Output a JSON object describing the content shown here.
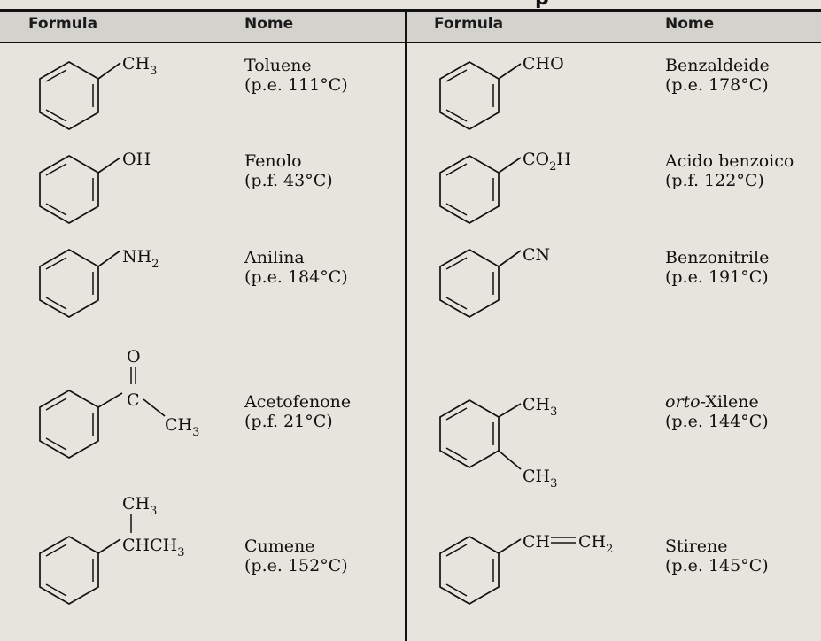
{
  "title_fragment": "p",
  "header": {
    "formula_left": "Formula",
    "name_left": "Nome",
    "formula_right": "Formula",
    "name_right": "Nome"
  },
  "rows_left": [
    {
      "name": "Toluene",
      "prop": "(p.e. 111°C)",
      "substituent": "CH3"
    },
    {
      "name": "Fenolo",
      "prop": "(p.f. 43°C)",
      "substituent": "OH"
    },
    {
      "name": "Anilina",
      "prop": "(p.e. 184°C)",
      "substituent": "NH2"
    },
    {
      "name": "Acetofenone",
      "prop": "(p.f. 21°C)",
      "substituent": "C(=O)CH3"
    },
    {
      "name": "Cumene",
      "prop": "(p.e. 152°C)",
      "substituent": "CH(CH3)CH3"
    }
  ],
  "rows_right": [
    {
      "name": "Benzaldeide",
      "prop": "(p.e. 178°C)",
      "substituent": "CHO"
    },
    {
      "name": "Acido benzoico",
      "prop": "(p.f. 122°C)",
      "substituent": "CO2H"
    },
    {
      "name": "Benzonitrile",
      "prop": "(p.e. 191°C)",
      "substituent": "CN"
    },
    {
      "name_italic": "orto",
      "name_rest": "-Xilene",
      "prop": "(p.e. 144°C)",
      "substituent": "CH3, CH3"
    },
    {
      "name": "Stirene",
      "prop": "(p.e. 145°C)",
      "substituent": "CH=CH2"
    }
  ],
  "labels": {
    "ch3": "CH",
    "sub3": "3",
    "oh": "OH",
    "nh": "NH",
    "sub2": "2",
    "o": "O",
    "c": "C",
    "chch3": "CHCH",
    "cho": "CHO",
    "co": "CO",
    "h": "H",
    "cn": "CN",
    "ch": "CH",
    "eq": "=",
    "ch2": "CH"
  }
}
